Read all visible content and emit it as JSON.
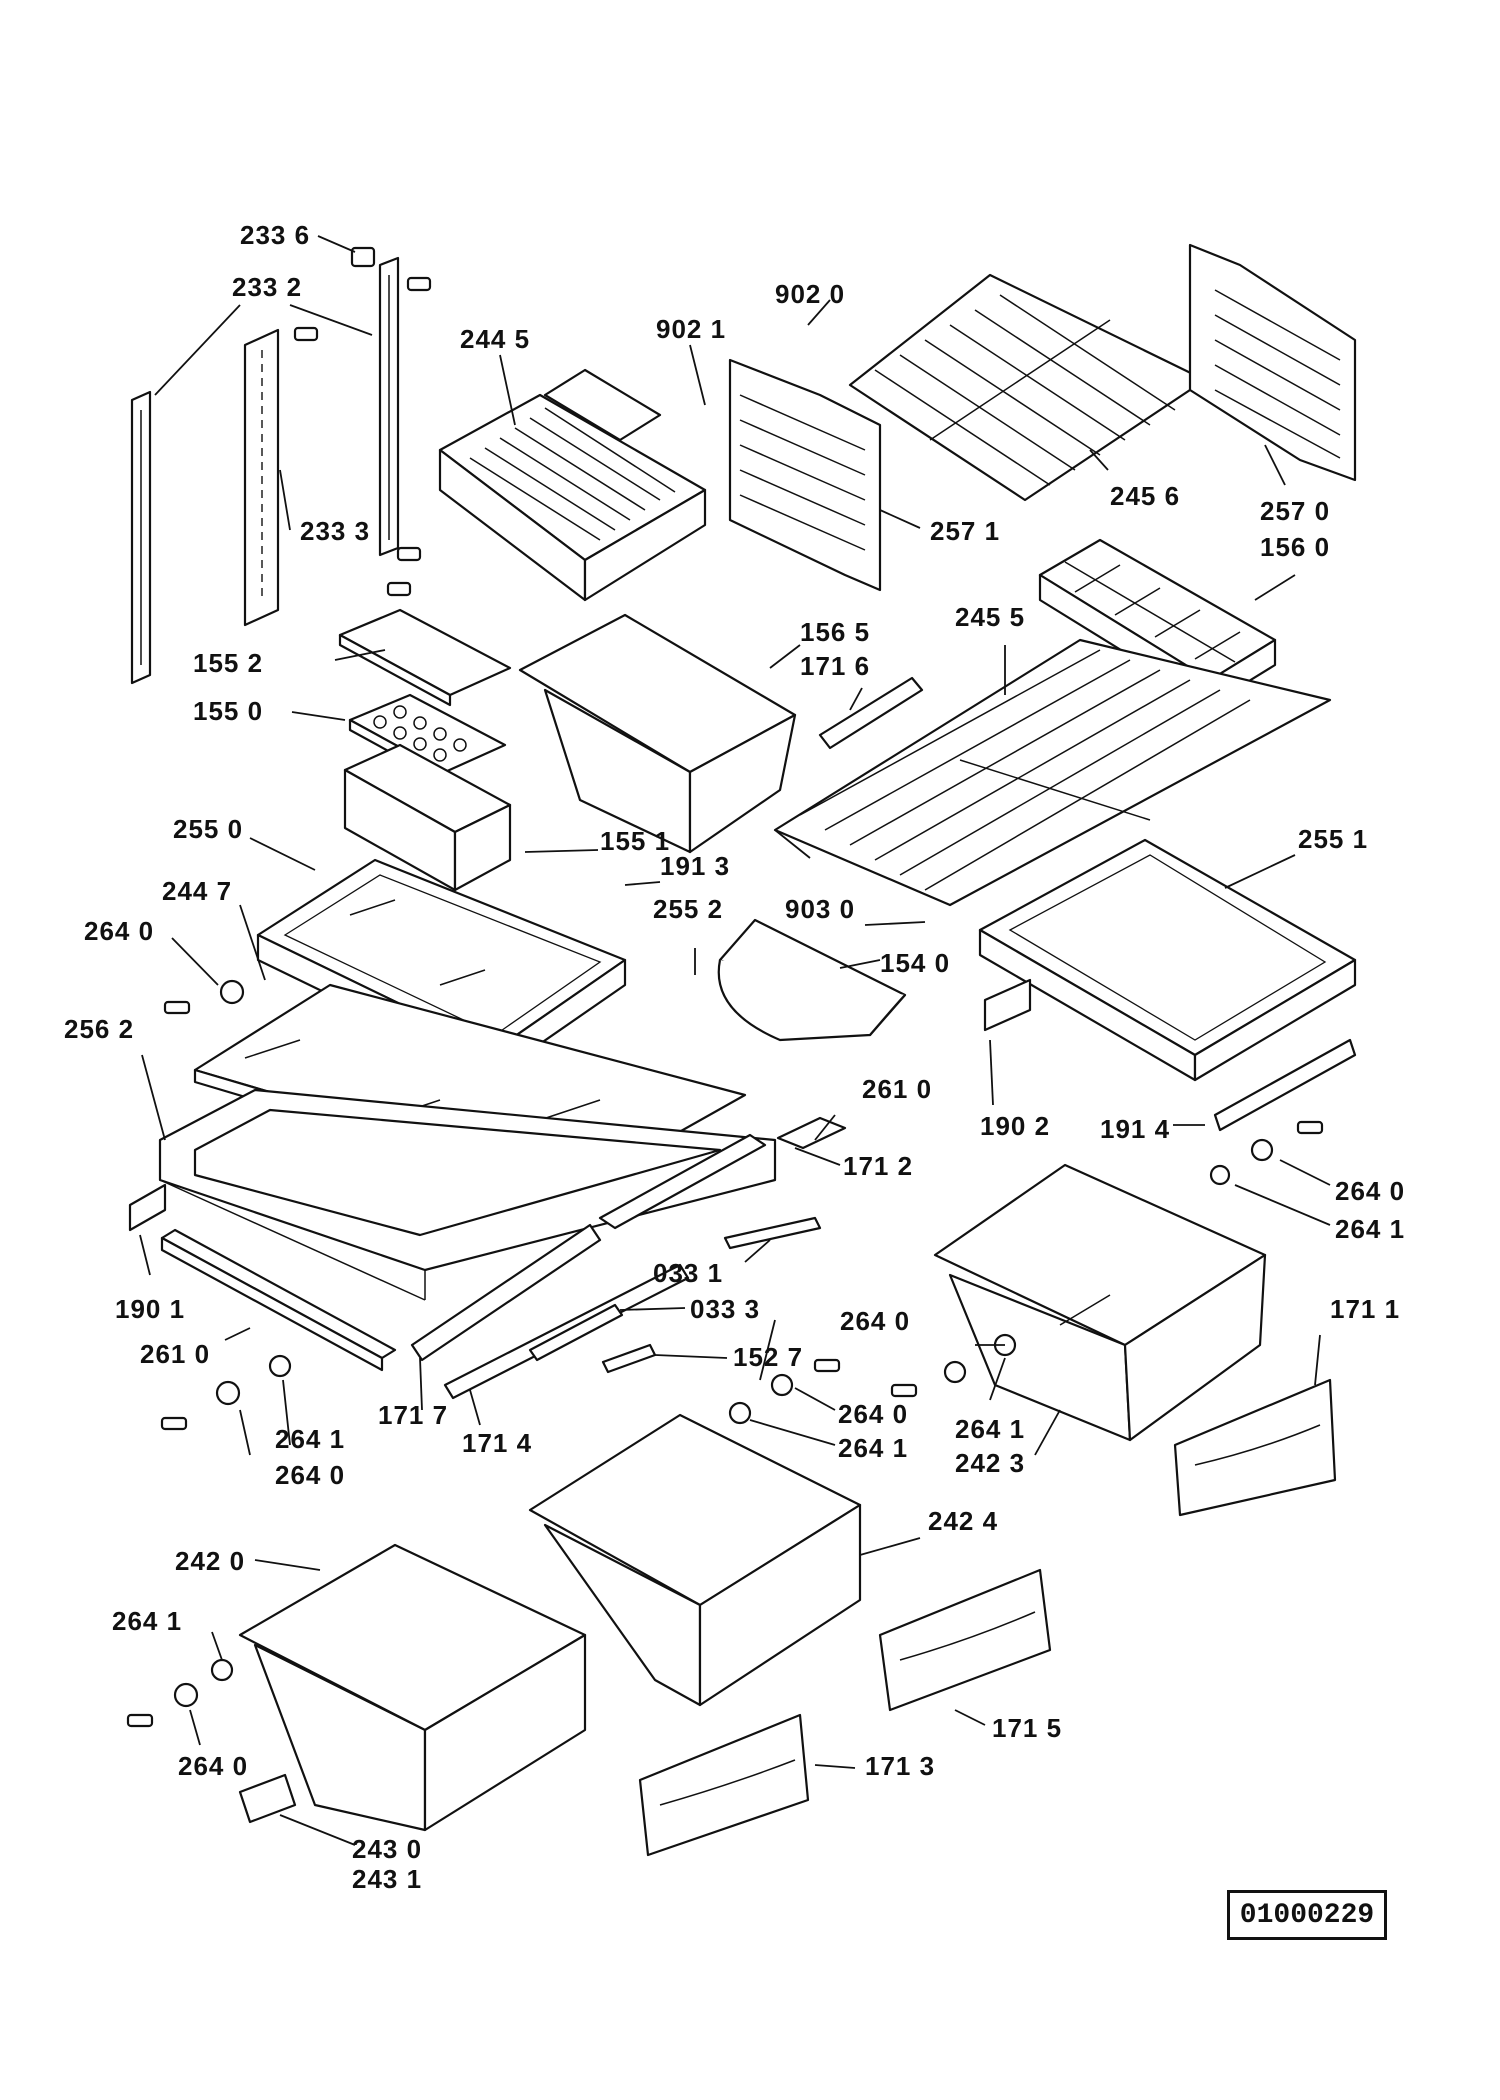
{
  "diagram": {
    "reference_number": "01000229",
    "callouts": [
      {
        "id": "c2336",
        "text": "233 6"
      },
      {
        "id": "c2332",
        "text": "233 2"
      },
      {
        "id": "c2333",
        "text": "233 3"
      },
      {
        "id": "c2445",
        "text": "244 5"
      },
      {
        "id": "c9021",
        "text": "902 1"
      },
      {
        "id": "c9020",
        "text": "902 0"
      },
      {
        "id": "c2456",
        "text": "245 6"
      },
      {
        "id": "c2570",
        "text": "257 0"
      },
      {
        "id": "c2571",
        "text": "257 1"
      },
      {
        "id": "c1560",
        "text": "156 0"
      },
      {
        "id": "c2455",
        "text": "245 5"
      },
      {
        "id": "c1552",
        "text": "155 2"
      },
      {
        "id": "c1550",
        "text": "155 0"
      },
      {
        "id": "c1565",
        "text": "156 5"
      },
      {
        "id": "c1716",
        "text": "171 6"
      },
      {
        "id": "c2550",
        "text": "255 0"
      },
      {
        "id": "c1551",
        "text": "155 1"
      },
      {
        "id": "c1913",
        "text": "191 3"
      },
      {
        "id": "c2447",
        "text": "244 7"
      },
      {
        "id": "c2552",
        "text": "255 2"
      },
      {
        "id": "c9030",
        "text": "903 0"
      },
      {
        "id": "c2551",
        "text": "255 1"
      },
      {
        "id": "c2640a",
        "text": "264 0"
      },
      {
        "id": "c1540",
        "text": "154 0"
      },
      {
        "id": "c2562",
        "text": "256 2"
      },
      {
        "id": "c2610a",
        "text": "261 0"
      },
      {
        "id": "c1902",
        "text": "190 2"
      },
      {
        "id": "c1914",
        "text": "191 4"
      },
      {
        "id": "c1712",
        "text": "171 2"
      },
      {
        "id": "c2640b",
        "text": "264 0"
      },
      {
        "id": "c2641a",
        "text": "264 1"
      },
      {
        "id": "c0331",
        "text": "033 1"
      },
      {
        "id": "c1901",
        "text": "190 1"
      },
      {
        "id": "c0333",
        "text": "033 3"
      },
      {
        "id": "c1711",
        "text": "171 1"
      },
      {
        "id": "c2610b",
        "text": "261 0"
      },
      {
        "id": "c2640c",
        "text": "264 0"
      },
      {
        "id": "c1527",
        "text": "152 7"
      },
      {
        "id": "c2641b",
        "text": "264 1"
      },
      {
        "id": "c1717",
        "text": "171 7"
      },
      {
        "id": "c1714",
        "text": "171 4"
      },
      {
        "id": "c2640d",
        "text": "264 0"
      },
      {
        "id": "c2641c",
        "text": "264 1"
      },
      {
        "id": "c2641d",
        "text": "264 1"
      },
      {
        "id": "c2423",
        "text": "242 3"
      },
      {
        "id": "c2640e",
        "text": "264 0"
      },
      {
        "id": "c2420",
        "text": "242 0"
      },
      {
        "id": "c2424",
        "text": "242 4"
      },
      {
        "id": "c2641e",
        "text": "264 1"
      },
      {
        "id": "c1715",
        "text": "171 5"
      },
      {
        "id": "c2640f",
        "text": "264 0"
      },
      {
        "id": "c1713",
        "text": "171 3"
      },
      {
        "id": "c2430",
        "text": "243 0"
      },
      {
        "id": "c2431",
        "text": "243 1"
      }
    ]
  }
}
